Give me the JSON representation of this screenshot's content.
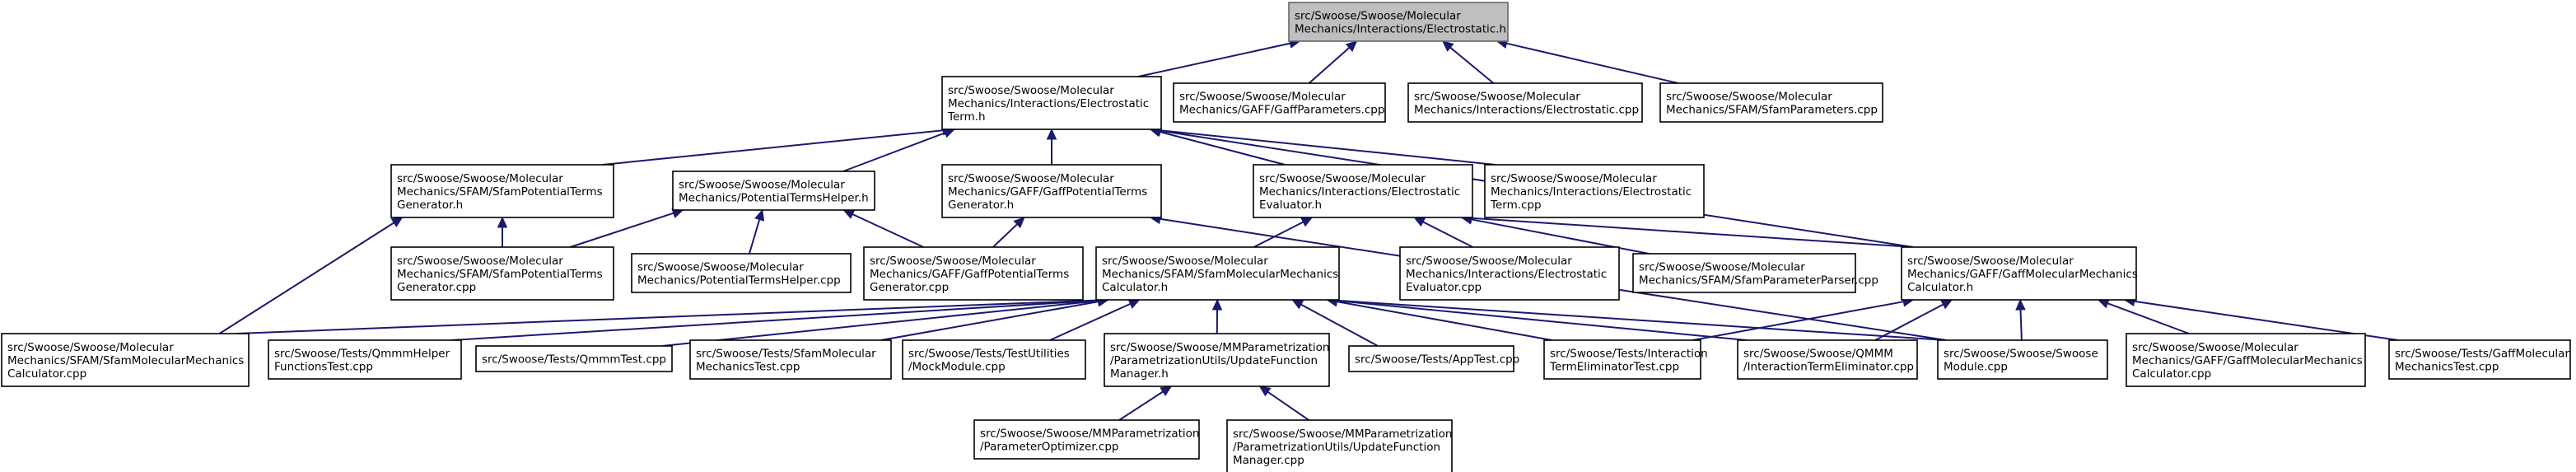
{
  "nodes": [
    {
      "id": "root",
      "lines": [
        "src/Swoose/Swoose/Molecular",
        "Mechanics/Interactions/Electrostatic.h"
      ],
      "root": true
    },
    {
      "id": "estTermH",
      "lines": [
        "src/Swoose/Swoose/Molecular",
        "Mechanics/Interactions/Electrostatic",
        "Term.h"
      ]
    },
    {
      "id": "gaffParamsCpp",
      "lines": [
        "src/Swoose/Swoose/Molecular",
        "Mechanics/GAFF/GaffParameters.cpp"
      ]
    },
    {
      "id": "estCpp",
      "lines": [
        "src/Swoose/Swoose/Molecular",
        "Mechanics/Interactions/Electrostatic.cpp"
      ]
    },
    {
      "id": "sfamParamsCpp",
      "lines": [
        "src/Swoose/Swoose/Molecular",
        "Mechanics/SFAM/SfamParameters.cpp"
      ]
    },
    {
      "id": "sfamPotTermsGenH",
      "lines": [
        "src/Swoose/Swoose/Molecular",
        "Mechanics/SFAM/SfamPotentialTerms",
        "Generator.h"
      ]
    },
    {
      "id": "potTermsHelperH",
      "lines": [
        "src/Swoose/Swoose/Molecular",
        "Mechanics/PotentialTermsHelper.h"
      ]
    },
    {
      "id": "gaffPotTermsGenH",
      "lines": [
        "src/Swoose/Swoose/Molecular",
        "Mechanics/GAFF/GaffPotentialTerms",
        "Generator.h"
      ]
    },
    {
      "id": "estEvalH",
      "lines": [
        "src/Swoose/Swoose/Molecular",
        "Mechanics/Interactions/Electrostatic",
        "Evaluator.h"
      ]
    },
    {
      "id": "estTermCpp",
      "lines": [
        "src/Swoose/Swoose/Molecular",
        "Mechanics/Interactions/Electrostatic",
        "Term.cpp"
      ]
    },
    {
      "id": "sfamPotTermsGenCpp",
      "lines": [
        "src/Swoose/Swoose/Molecular",
        "Mechanics/SFAM/SfamPotentialTerms",
        "Generator.cpp"
      ]
    },
    {
      "id": "potTermsHelperCpp",
      "lines": [
        "src/Swoose/Swoose/Molecular",
        "Mechanics/PotentialTermsHelper.cpp"
      ]
    },
    {
      "id": "gaffPotTermsGenCpp",
      "lines": [
        "src/Swoose/Swoose/Molecular",
        "Mechanics/GAFF/GaffPotentialTerms",
        "Generator.cpp"
      ]
    },
    {
      "id": "sfamMMCalcH",
      "lines": [
        "src/Swoose/Swoose/Molecular",
        "Mechanics/SFAM/SfamMolecularMechanics",
        "Calculator.h"
      ]
    },
    {
      "id": "estEvalCpp",
      "lines": [
        "src/Swoose/Swoose/Molecular",
        "Mechanics/Interactions/Electrostatic",
        "Evaluator.cpp"
      ]
    },
    {
      "id": "sfamParamParserCpp",
      "lines": [
        "src/Swoose/Swoose/Molecular",
        "Mechanics/SFAM/SfamParameterParser.cpp"
      ]
    },
    {
      "id": "gaffMMCalcH",
      "lines": [
        "src/Swoose/Swoose/Molecular",
        "Mechanics/GAFF/GaffMolecularMechanics",
        "Calculator.h"
      ]
    },
    {
      "id": "sfamMMCalcCpp",
      "lines": [
        "src/Swoose/Swoose/Molecular",
        "Mechanics/SFAM/SfamMolecularMechanics",
        "Calculator.cpp"
      ]
    },
    {
      "id": "qmmmHelperTest",
      "lines": [
        "src/Swoose/Tests/QmmmHelper",
        "FunctionsTest.cpp"
      ]
    },
    {
      "id": "qmmmTest",
      "lines": [
        "src/Swoose/Tests/QmmmTest.cpp"
      ]
    },
    {
      "id": "sfamMMTest",
      "lines": [
        "src/Swoose/Tests/SfamMolecular",
        "MechanicsTest.cpp"
      ]
    },
    {
      "id": "mockModule",
      "lines": [
        "src/Swoose/Tests/TestUtilities",
        "/MockModule.cpp"
      ]
    },
    {
      "id": "updFuncMgrH",
      "lines": [
        "src/Swoose/Swoose/MMParametrization",
        "/ParametrizationUtils/UpdateFunction",
        "Manager.h"
      ]
    },
    {
      "id": "appTest",
      "lines": [
        "src/Swoose/Tests/AppTest.cpp"
      ]
    },
    {
      "id": "interTermElimTest",
      "lines": [
        "src/Swoose/Tests/Interaction",
        "TermEliminatorTest.cpp"
      ]
    },
    {
      "id": "qmmmInterTermElim",
      "lines": [
        "src/Swoose/Swoose/QMMM",
        "/InteractionTermEliminator.cpp"
      ]
    },
    {
      "id": "swooseModule",
      "lines": [
        "src/Swoose/Swoose/Swoose",
        "Module.cpp"
      ]
    },
    {
      "id": "gaffMMCalcCpp",
      "lines": [
        "src/Swoose/Swoose/Molecular",
        "Mechanics/GAFF/GaffMolecularMechanics",
        "Calculator.cpp"
      ]
    },
    {
      "id": "gaffMMTest",
      "lines": [
        "src/Swoose/Tests/GaffMolecular",
        "MechanicsTest.cpp"
      ]
    },
    {
      "id": "paramOptimizer",
      "lines": [
        "src/Swoose/Swoose/MMParametrization",
        "/ParameterOptimizer.cpp"
      ]
    },
    {
      "id": "updFuncMgrCpp",
      "lines": [
        "src/Swoose/Swoose/MMParametrization",
        "/ParametrizationUtils/UpdateFunction",
        "Manager.cpp"
      ]
    }
  ],
  "edges": [
    [
      "estTermH",
      "root"
    ],
    [
      "gaffParamsCpp",
      "root"
    ],
    [
      "estCpp",
      "root"
    ],
    [
      "sfamParamsCpp",
      "root"
    ],
    [
      "sfamPotTermsGenH",
      "estTermH"
    ],
    [
      "potTermsHelperH",
      "estTermH"
    ],
    [
      "gaffPotTermsGenH",
      "estTermH"
    ],
    [
      "estEvalH",
      "estTermH"
    ],
    [
      "estTermCpp",
      "estTermH"
    ],
    [
      "gaffMMCalcH",
      "estTermH"
    ],
    [
      "sfamPotTermsGenCpp",
      "sfamPotTermsGenH"
    ],
    [
      "sfamMMCalcCpp",
      "sfamPotTermsGenH"
    ],
    [
      "sfamPotTermsGenCpp",
      "potTermsHelperH"
    ],
    [
      "potTermsHelperCpp",
      "potTermsHelperH"
    ],
    [
      "gaffPotTermsGenCpp",
      "potTermsHelperH"
    ],
    [
      "gaffPotTermsGenCpp",
      "gaffPotTermsGenH"
    ],
    [
      "swooseModule",
      "gaffPotTermsGenH"
    ],
    [
      "sfamMMCalcH",
      "estEvalH"
    ],
    [
      "estEvalCpp",
      "estEvalH"
    ],
    [
      "sfamParamParserCpp",
      "estEvalH"
    ],
    [
      "gaffMMCalcH",
      "estEvalH"
    ],
    [
      "sfamMMCalcCpp",
      "sfamMMCalcH"
    ],
    [
      "qmmmHelperTest",
      "sfamMMCalcH"
    ],
    [
      "qmmmTest",
      "sfamMMCalcH"
    ],
    [
      "sfamMMTest",
      "sfamMMCalcH"
    ],
    [
      "mockModule",
      "sfamMMCalcH"
    ],
    [
      "updFuncMgrH",
      "sfamMMCalcH"
    ],
    [
      "appTest",
      "sfamMMCalcH"
    ],
    [
      "interTermElimTest",
      "sfamMMCalcH"
    ],
    [
      "qmmmInterTermElim",
      "sfamMMCalcH"
    ],
    [
      "swooseModule",
      "sfamMMCalcH"
    ],
    [
      "interTermElimTest",
      "gaffMMCalcH"
    ],
    [
      "qmmmInterTermElim",
      "gaffMMCalcH"
    ],
    [
      "swooseModule",
      "gaffMMCalcH"
    ],
    [
      "gaffMMCalcCpp",
      "gaffMMCalcH"
    ],
    [
      "gaffMMTest",
      "gaffMMCalcH"
    ],
    [
      "paramOptimizer",
      "updFuncMgrH"
    ],
    [
      "updFuncMgrCpp",
      "updFuncMgrH"
    ]
  ],
  "colors": {
    "edge": "#191970",
    "root_fill": "#bfbfbf",
    "node_fill": "#ffffff",
    "node_border": "#000000"
  }
}
